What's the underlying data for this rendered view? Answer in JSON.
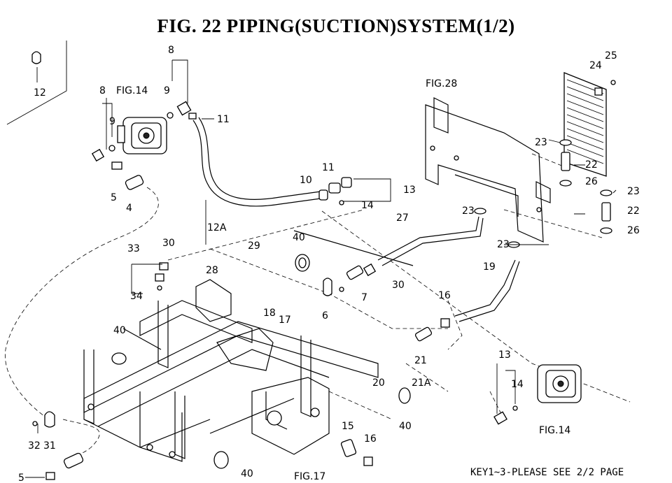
{
  "title": "FIG. 22  PIPING(SUCTION)SYSTEM(1/2)",
  "footer": "KEY1~3-PLEASE SEE 2/2 PAGE",
  "labels": {
    "p12": "12",
    "p8a": "8",
    "p8b": "8",
    "p9a": "9",
    "p9b": "9",
    "p11a": "11",
    "p11b": "11",
    "p10": "10",
    "p13a": "13",
    "p13b": "13",
    "p14a": "14",
    "p14b": "14",
    "p12a": "12A",
    "p5a": "5",
    "p5b": "5",
    "p4": "4",
    "p33": "33",
    "p34": "34",
    "p30a": "30",
    "p30b": "30",
    "p29": "29",
    "p40a": "40",
    "p40b": "40",
    "p40c": "40",
    "p40d": "40",
    "p28": "28",
    "p7": "7",
    "p6": "6",
    "p18": "18",
    "p17": "17",
    "p27": "27",
    "p23a": "23",
    "p23b": "23",
    "p23c": "23",
    "p23d": "23",
    "p22a": "22",
    "p22b": "22",
    "p26a": "26",
    "p26b": "26",
    "p24": "24",
    "p25": "25",
    "p19": "19",
    "p16a": "16",
    "p16b": "16",
    "p21": "21",
    "p21a": "21A",
    "p20": "20",
    "p15": "15",
    "p32": "32",
    "p31": "31",
    "fig14a": "FIG.14",
    "fig14b": "FIG.14",
    "fig28": "FIG.28",
    "fig17": "FIG.17"
  }
}
